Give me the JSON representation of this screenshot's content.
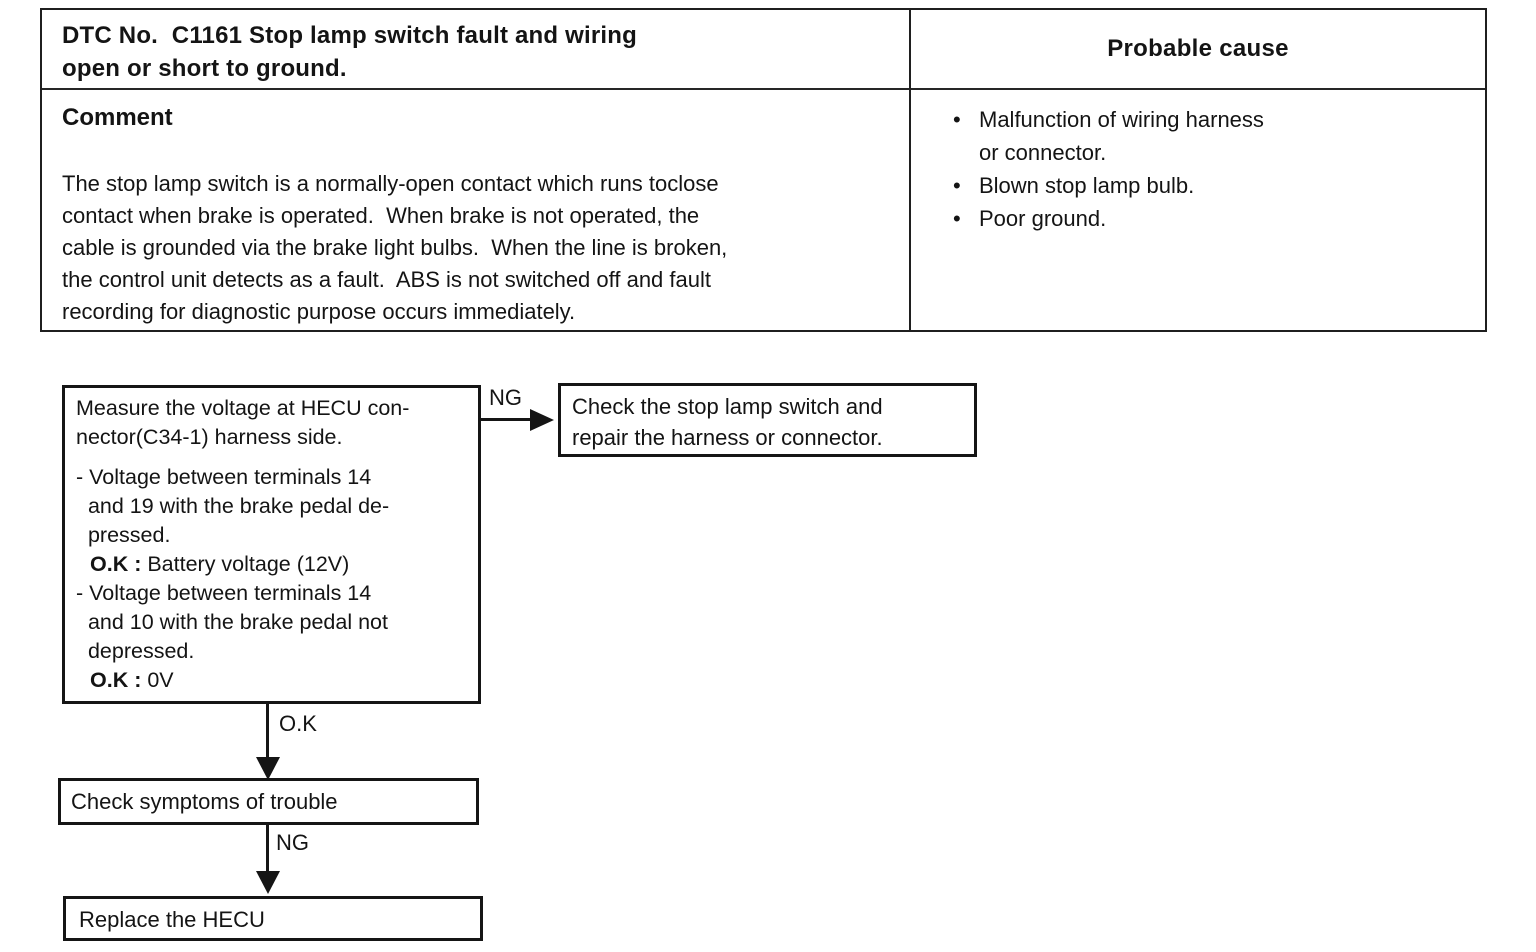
{
  "colors": {
    "paper": "#ffffff",
    "ink": "#141414"
  },
  "dtc_table": {
    "dtc_title": "DTC No.  C1161 Stop lamp switch fault and wiring\nopen or short to ground.",
    "probable_cause_header": "Probable cause",
    "comment_heading": "Comment",
    "comment_body": "The stop lamp switch is a normally-open contact which runs toclose\ncontact when brake is operated.  When brake is not operated, the\ncable is grounded via the brake light bulbs.  When the line is broken,\nthe control unit detects as a fault.  ABS is not switched off and fault\nrecording for diagnostic purpose occurs immediately.",
    "probable_causes": [
      {
        "bullet": "•",
        "text": "Malfunction of wiring harness\nor connector."
      },
      {
        "bullet": "•",
        "text": "Blown stop lamp bulb."
      },
      {
        "bullet": "•",
        "text": "Poor ground."
      }
    ]
  },
  "flowchart": {
    "measure_box": {
      "intro": "Measure the voltage at HECU con-\nnector(C34-1) harness side.",
      "checks": [
        {
          "text": "- Voltage between terminals 14\n  and 19 with the brake pedal de-\n  pressed.",
          "ok_label": "O.K :",
          "ok_value": "Battery voltage (12V)"
        },
        {
          "text": "- Voltage between terminals 14\n  and 10 with the brake pedal not\n  depressed.",
          "ok_label": "O.K :",
          "ok_value": "0V"
        }
      ]
    },
    "ng_branch_label": "NG",
    "check_switch_box": "Check the stop lamp switch and\nrepair the harness or connector.",
    "ok_branch_label": "O.K",
    "symptoms_box": "Check symptoms of trouble",
    "ng_down_label": "NG",
    "replace_box": "Replace the HECU"
  }
}
